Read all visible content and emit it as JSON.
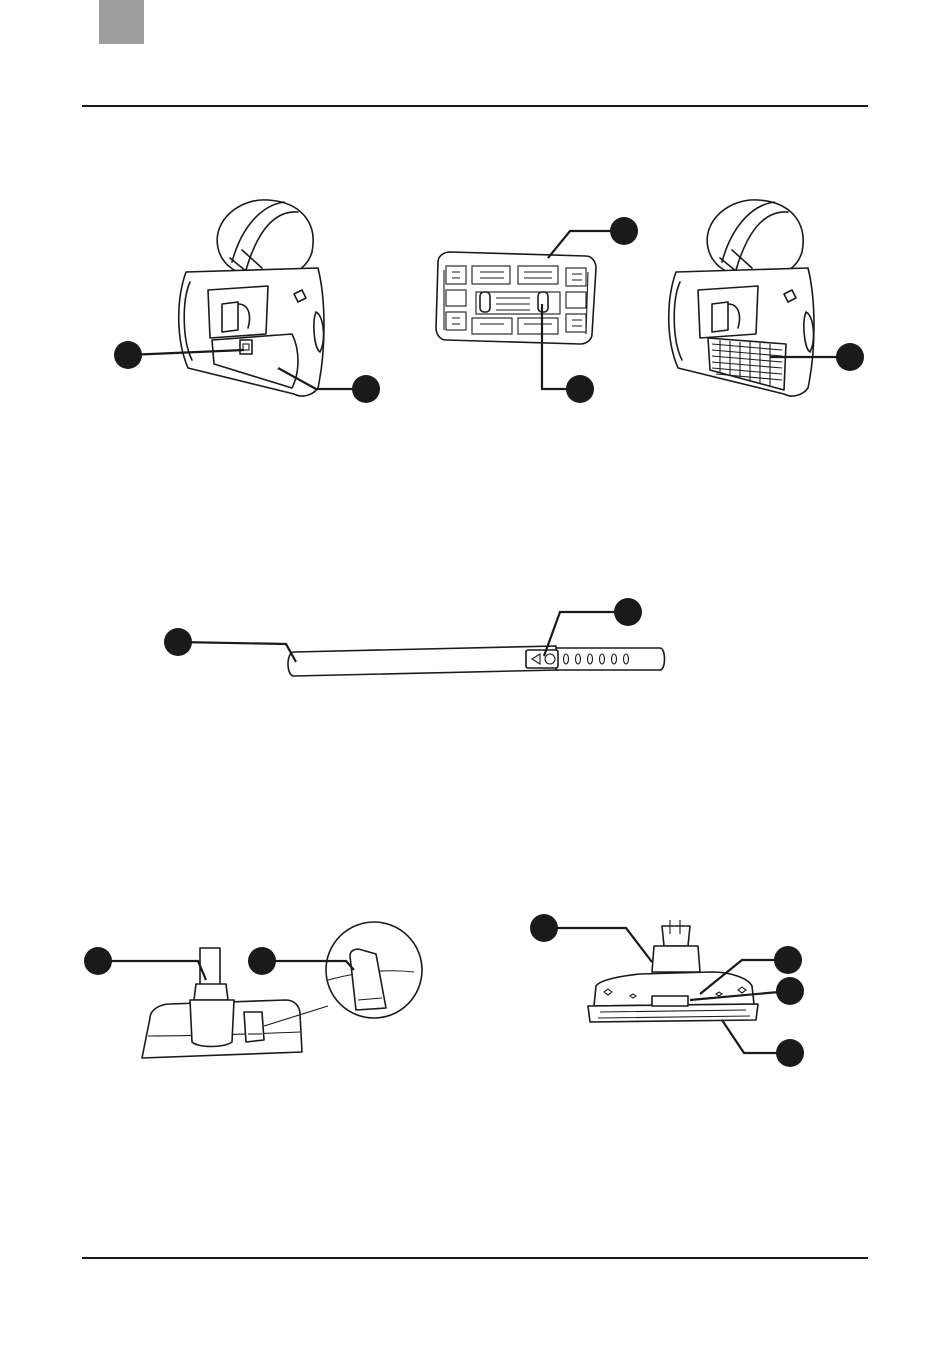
{
  "colors": {
    "tab": "#9e9e9e",
    "rule": "#1a1a1a",
    "ink": "#1a1a1a"
  },
  "figures": [
    {
      "id": "canister-dust-cover",
      "callouts": 2
    },
    {
      "id": "exhaust-filter",
      "callouts": 2
    },
    {
      "id": "canister-filter-grille",
      "callouts": 1
    },
    {
      "id": "telescopic-tube",
      "callouts": 2
    },
    {
      "id": "floor-nozzle-pedal",
      "callouts": 2
    },
    {
      "id": "turbo-floor-nozzle",
      "callouts": 4
    }
  ]
}
